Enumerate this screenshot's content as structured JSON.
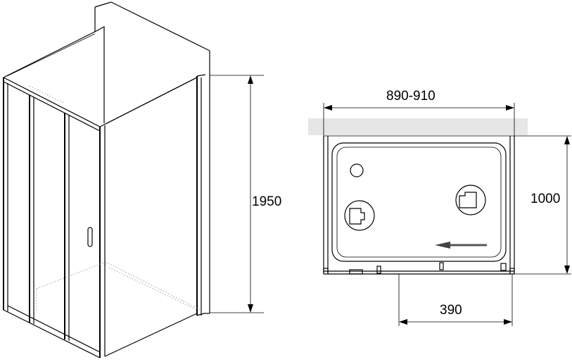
{
  "dimensions": {
    "height_label": "1950",
    "width_label": "890-910",
    "depth_label": "1000",
    "door_label": "390"
  },
  "colors": {
    "line": "#000000",
    "wall_gray": "#e6e6e6",
    "background": "#ffffff"
  }
}
